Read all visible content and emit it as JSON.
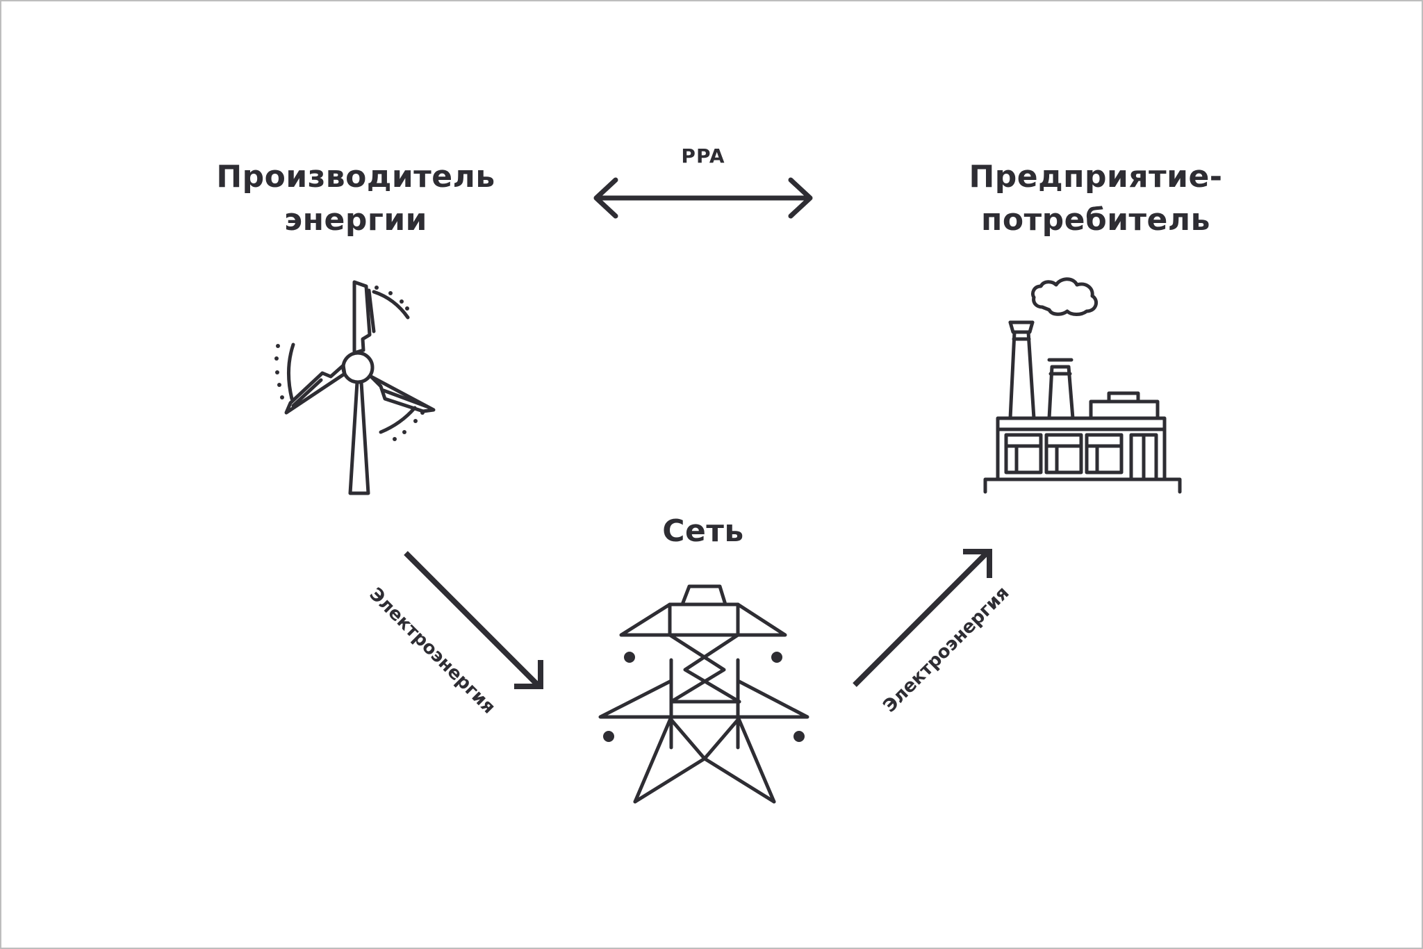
{
  "colors": {
    "ink": "#2e2d33",
    "background": "#ffffff",
    "frame": "#bdbdbd"
  },
  "producer": {
    "title_line1": "Производитель",
    "title_line2": "энергии",
    "icon": "wind-turbine-icon"
  },
  "consumer": {
    "title_line1": "Предприятие-",
    "title_line2": "потребитель",
    "icon": "factory-icon"
  },
  "grid": {
    "title": "Сеть",
    "icon": "power-pylon-icon"
  },
  "contract": {
    "label": "PPA",
    "icon": "double-arrow-icon"
  },
  "flows": {
    "to_grid_label": "Электроэнергия",
    "to_consumer_label": "Электроэнергия"
  }
}
